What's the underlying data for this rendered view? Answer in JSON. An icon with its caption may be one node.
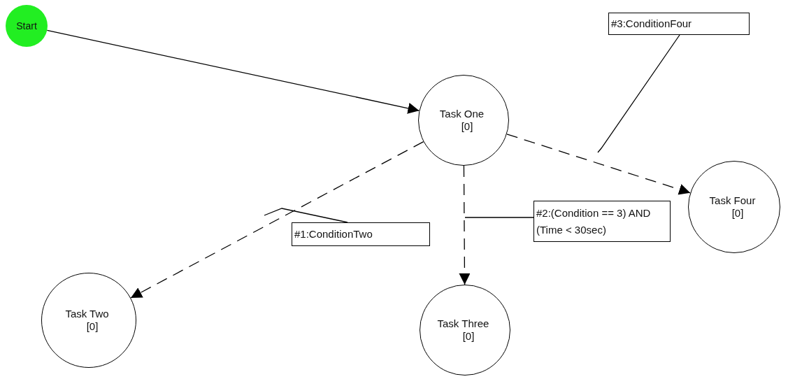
{
  "diagram": {
    "nodes": [
      {
        "text": [
          "Start"
        ]
      },
      {
        "text": [
          "Task One",
          "[0]"
        ]
      },
      {
        "text": [
          "Task Two",
          "[0]"
        ]
      },
      {
        "text": [
          "Task Three",
          "[0]"
        ]
      },
      {
        "text": [
          "Task Four",
          "[0]"
        ]
      },
      {
        "text": [
          "#1:ConditionTwo"
        ]
      },
      {
        "text": [
          "#2:(Condition == 3) AND (Time < 30sec)"
        ]
      },
      {
        "text": [
          "#3:ConditionFour"
        ]
      }
    ],
    "edges": [
      {
        "from": 0,
        "to": 1,
        "arrow": "to"
      },
      {
        "from": 1,
        "to": 2,
        "arrow": "to",
        "style": "dashed"
      },
      {
        "from": 1,
        "to": 3,
        "arrow": "to",
        "style": "dashed"
      },
      {
        "from": 1,
        "to": 4,
        "arrow": "to",
        "style": "dashed"
      },
      {
        "from": 5,
        "to": null,
        "arrow": "none"
      },
      {
        "from": 6,
        "to": null,
        "arrow": "none"
      },
      {
        "from": 7,
        "to": null,
        "arrow": "none"
      }
    ]
  }
}
